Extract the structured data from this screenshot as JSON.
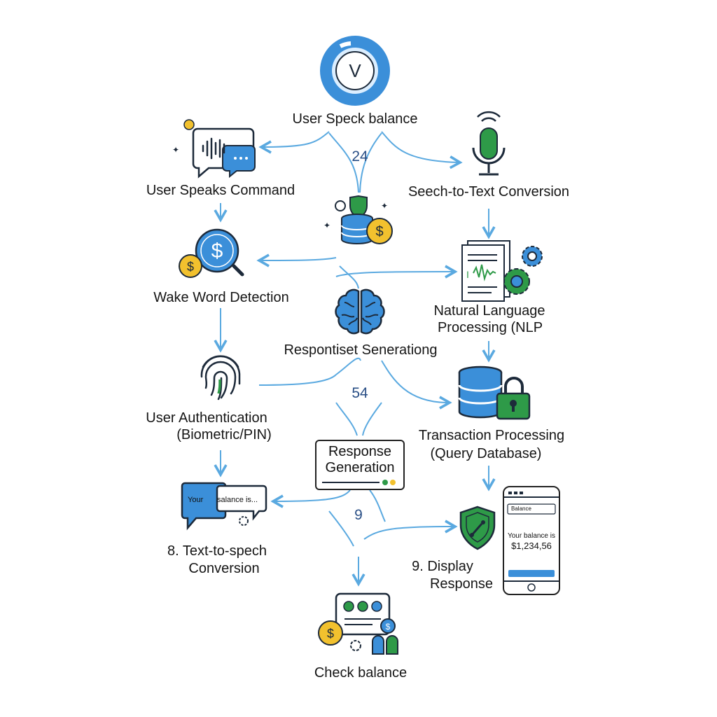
{
  "diagram": {
    "nodes": {
      "top": {
        "icon_letter": "V",
        "label": "User Speck balance",
        "icon": "voice-assistant-logo-icon"
      },
      "speaks": {
        "label": "User Speaks Command",
        "icon": "speech-bubble-waveform-icon"
      },
      "stt": {
        "label": "Seech-to-Text Conversion",
        "icon": "microphone-icon"
      },
      "wake": {
        "label": "Wake Word Detection",
        "icon": "dollar-search-icon"
      },
      "nlp": {
        "line1": "Natural Language",
        "line2": "Processing (NLP",
        "icon": "document-gears-icon"
      },
      "brain": {
        "label": "Respontiset Senerationg",
        "icon": "brain-icon"
      },
      "auth": {
        "line1": "User Authentication",
        "line2": "(Biometric/PIN)",
        "icon": "fingerprint-icon"
      },
      "txn": {
        "line1": "Transaction Processing",
        "line2": "(Query Database)",
        "icon": "database-lock-icon"
      },
      "response": {
        "line1": "Response",
        "line2": "Generation",
        "icon": "response-window"
      },
      "tts": {
        "line1": "8. Text-to-spech",
        "line2": "Conversion",
        "bubble_left": "Your ",
        "bubble_right": "salance is...",
        "icon": "chat-bubbles-icon"
      },
      "display": {
        "line1": "9. Display",
        "line2": "Response",
        "phone_field": "Balance",
        "phone_line": "Your balance is",
        "phone_amount": "$1,234,56",
        "icon": "smartphone-icon"
      },
      "check": {
        "label": "Check balance",
        "icon": "check-balance-icon"
      },
      "center": {
        "icon": "database-coins-shield-icon"
      }
    },
    "numbers": {
      "n1": "24",
      "n2": "54",
      "n3": "9"
    },
    "colors": {
      "blue": "#3b8fd9",
      "arrow": "#5aa9e0",
      "green": "#2e9a48",
      "gold": "#f2c12e",
      "dark": "#1d2a3a"
    }
  }
}
